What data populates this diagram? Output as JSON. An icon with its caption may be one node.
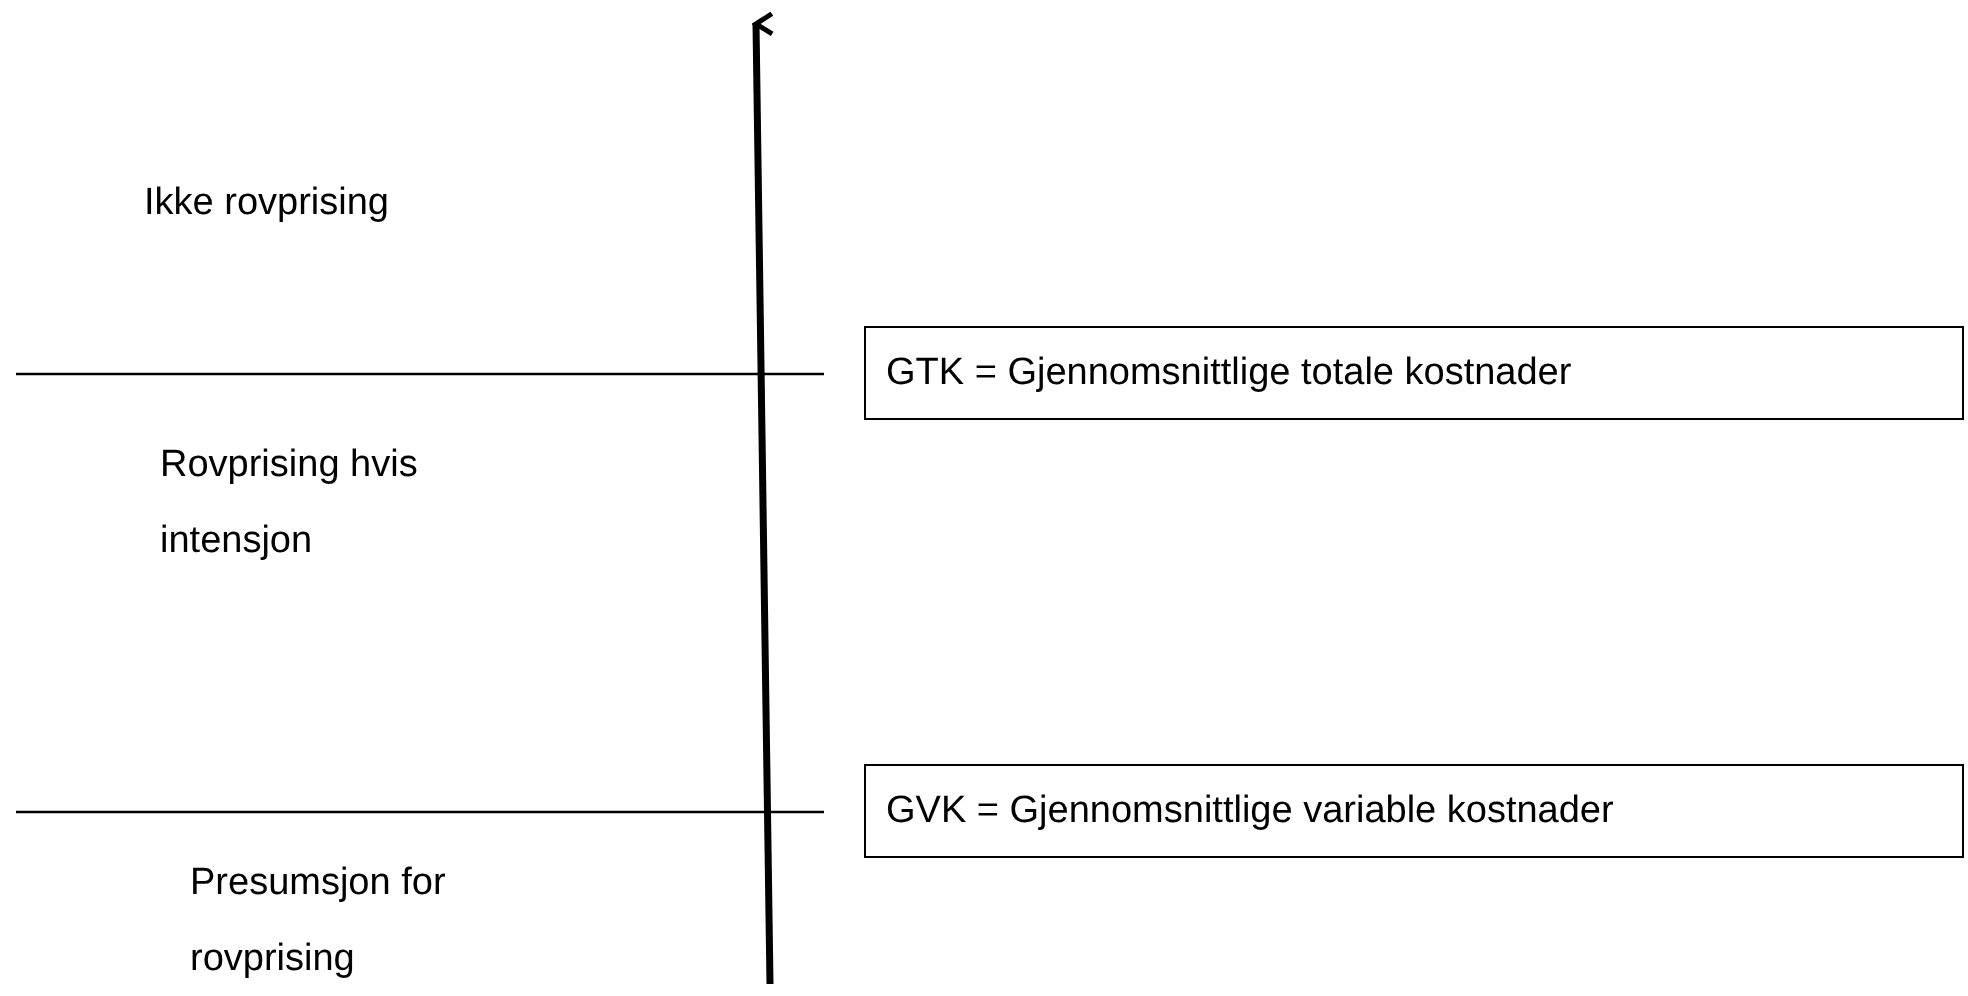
{
  "diagram": {
    "nodes": [
      {
        "text": [
          "GTK = Gjennomsnittlige totale kostnader"
        ]
      },
      {
        "text": [
          "GVK = Gjennomsnittlige variable kostnader"
        ]
      }
    ],
    "labels": [
      "Ikke rovprising",
      "Rovprising hvis intensjon",
      "Presumsjon for rovprising"
    ]
  }
}
